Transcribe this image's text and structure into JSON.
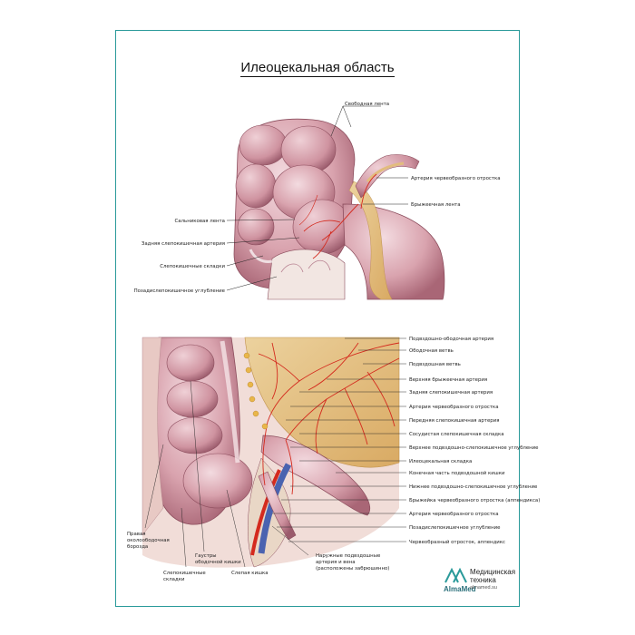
{
  "title": "Илеоцекальная область",
  "upper_labels": {
    "free_tenia": "Свободная лента",
    "appendicular_artery": "Артерия червеобразного отростка",
    "mesenteric_tenia": "Брыжеечная лента",
    "omental_tenia": "Сальниковая лента",
    "posterior_cecal_artery": "Задняя слепокишечная артерия",
    "cecal_folds": "Слепокишечные складки",
    "retrocecal_recess": "Позадислепокишечное углубление"
  },
  "lower_labels": {
    "ileocolic_artery": "Подвздошно-ободочная артерия",
    "colic_branch": "Ободочная ветвь",
    "ileal_branch": "Подвздошная ветвь",
    "superior_mesenteric_artery": "Верхняя брыжеечная артерия",
    "posterior_cecal_artery": "Задняя слепокишечная артерия",
    "appendicular_artery": "Артерия червеобразного отростка",
    "anterior_cecal_artery": "Передняя слепокишечная артерия",
    "vascular_cecal_fold": "Сосудистая слепокишечная складка",
    "superior_ileocecal_recess": "Верхнее подвздошно-слепокишечное углубление",
    "ileocecal_fold": "Илеоцекальная складка",
    "terminal_ileum": "Конечная часть подвздошной кишки",
    "inferior_ileocecal_recess": "Нижнее подвздошно-слепокишечное углубление",
    "mesoappendix": "Брыжейка червеобразного отростка (аппендикса)",
    "appendicular_artery_2": "Артерия червеобразного отростка",
    "retrocecal_recess": "Позадислепокишечное углубление",
    "appendix": "Червеобразный отросток, аппендикс",
    "external_iliac_1": "Наружные подвздошные",
    "external_iliac_2": "артерия и вена",
    "external_iliac_3": "(расположены забрюшинно)",
    "paracolic_1": "Правая",
    "paracolic_2": "околоободочная",
    "paracolic_3": "борозда",
    "haustra_1": "Гаустры",
    "haustra_2": "ободочной кишки",
    "cecal_folds_1": "Слепокишечные",
    "cecal_folds_2": "складки",
    "cecum": "Слепая кишка"
  },
  "logo": {
    "brand": "AlmaMed",
    "line1": "Медицинская",
    "line2": "техника",
    "url": "almamed.su"
  },
  "colors": {
    "border": "#2a9a9a",
    "artery": "#d42a1e",
    "bowel": "#d9a3ae",
    "mesentery": "#e2bc7e",
    "vein": "#4a63b0"
  }
}
